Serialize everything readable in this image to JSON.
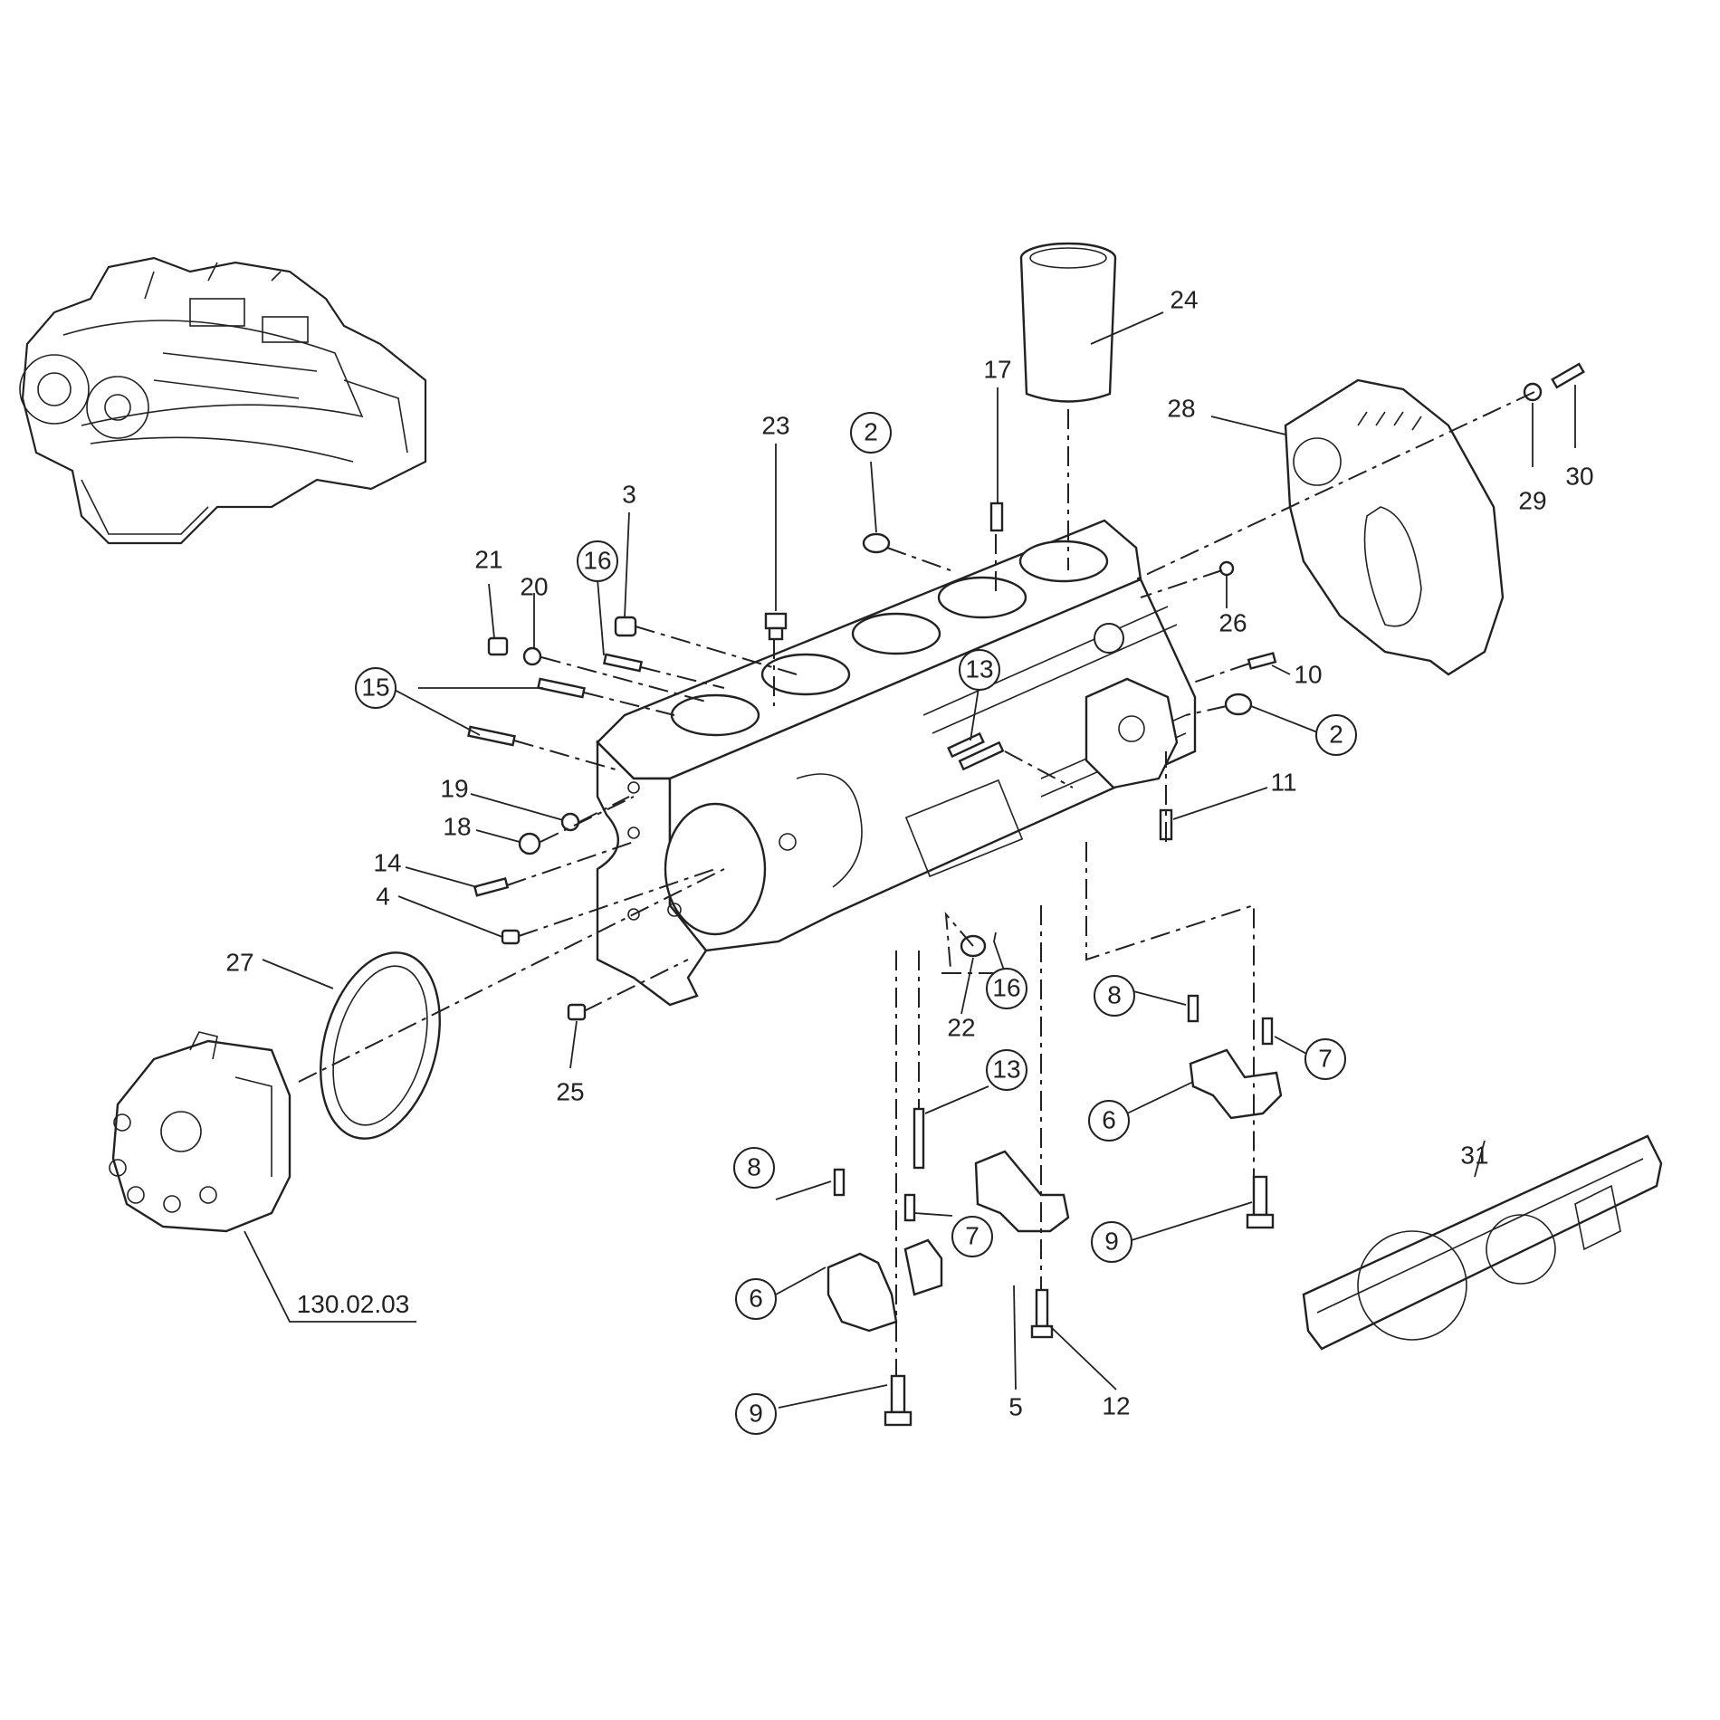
{
  "diagram": {
    "reference_code": "130.02.03",
    "callouts": [
      {
        "id": "c24",
        "text": "24",
        "circled": false
      },
      {
        "id": "c17",
        "text": "17",
        "circled": false
      },
      {
        "id": "c23",
        "text": "23",
        "circled": false
      },
      {
        "id": "c2a",
        "text": "2",
        "circled": true
      },
      {
        "id": "c28",
        "text": "28",
        "circled": false
      },
      {
        "id": "c29",
        "text": "29",
        "circled": false
      },
      {
        "id": "c30",
        "text": "30",
        "circled": false
      },
      {
        "id": "c3",
        "text": "3",
        "circled": false
      },
      {
        "id": "c21",
        "text": "21",
        "circled": false
      },
      {
        "id": "c20",
        "text": "20",
        "circled": false
      },
      {
        "id": "c16a",
        "text": "16",
        "circled": true
      },
      {
        "id": "c26",
        "text": "26",
        "circled": false
      },
      {
        "id": "c10",
        "text": "10",
        "circled": false
      },
      {
        "id": "c15",
        "text": "15",
        "circled": true
      },
      {
        "id": "c13a",
        "text": "13",
        "circled": true
      },
      {
        "id": "c2b",
        "text": "2",
        "circled": true
      },
      {
        "id": "c11",
        "text": "11",
        "circled": false
      },
      {
        "id": "c19",
        "text": "19",
        "circled": false
      },
      {
        "id": "c18",
        "text": "18",
        "circled": false
      },
      {
        "id": "c14",
        "text": "14",
        "circled": false
      },
      {
        "id": "c4",
        "text": "4",
        "circled": false
      },
      {
        "id": "c27",
        "text": "27",
        "circled": false
      },
      {
        "id": "c16b",
        "text": "16",
        "circled": true
      },
      {
        "id": "c22",
        "text": "22",
        "circled": false
      },
      {
        "id": "c25",
        "text": "25",
        "circled": false
      },
      {
        "id": "c8a",
        "text": "8",
        "circled": true
      },
      {
        "id": "c7a",
        "text": "7",
        "circled": true
      },
      {
        "id": "c6a",
        "text": "6",
        "circled": true
      },
      {
        "id": "c13b",
        "text": "13",
        "circled": true
      },
      {
        "id": "c31",
        "text": "31",
        "circled": false
      },
      {
        "id": "c9a",
        "text": "9",
        "circled": true
      },
      {
        "id": "c8b",
        "text": "8",
        "circled": true
      },
      {
        "id": "c7b",
        "text": "7",
        "circled": true
      },
      {
        "id": "c6b",
        "text": "6",
        "circled": true
      },
      {
        "id": "c9b",
        "text": "9",
        "circled": true
      },
      {
        "id": "c5",
        "text": "5",
        "circled": false
      },
      {
        "id": "c12",
        "text": "12",
        "circled": false
      }
    ]
  }
}
